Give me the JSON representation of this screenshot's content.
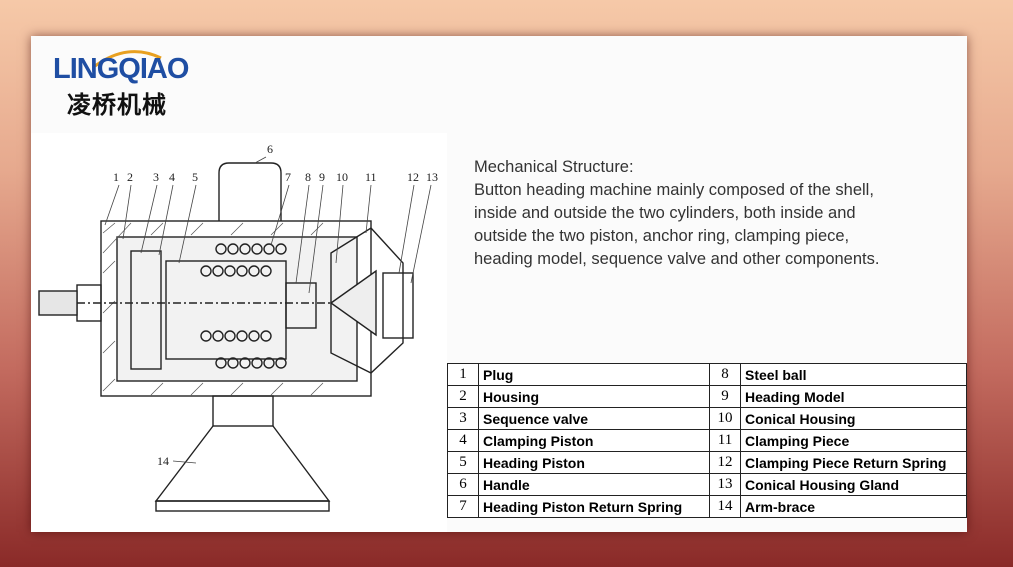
{
  "logo": {
    "brand_en": "LINGQIAO",
    "brand_cn": "凌桥机械"
  },
  "description": {
    "lines": [
      "Mechanical Structure:",
      "Button heading machine mainly composed of the shell,",
      "inside and outside the two cylinders, both inside and",
      "outside the two piston, anchor ring, clamping piece,",
      "heading model, sequence valve and other components."
    ]
  },
  "diagram": {
    "callouts": [
      "1",
      "2",
      "3",
      "4",
      "5",
      "6",
      "7",
      "8",
      "9",
      "10",
      "11",
      "12",
      "13",
      "14"
    ]
  },
  "parts": [
    {
      "n1": "1",
      "l1": "Plug",
      "n2": "8",
      "l2": "Steel ball"
    },
    {
      "n1": "2",
      "l1": "Housing",
      "n2": "9",
      "l2": "Heading Model"
    },
    {
      "n1": "3",
      "l1": "Sequence valve",
      "n2": "10",
      "l2": "Conical Housing"
    },
    {
      "n1": "4",
      "l1": "Clamping Piston",
      "n2": "11",
      "l2": "Clamping Piece"
    },
    {
      "n1": "5",
      "l1": "Heading Piston",
      "n2": "12",
      "l2": "Clamping Piece Return Spring"
    },
    {
      "n1": "6",
      "l1": "Handle",
      "n2": "13",
      "l2": "Conical Housing Gland"
    },
    {
      "n1": "7",
      "l1": "Heading Piston Return Spring",
      "n2": "14",
      "l2": "Arm-brace"
    }
  ]
}
